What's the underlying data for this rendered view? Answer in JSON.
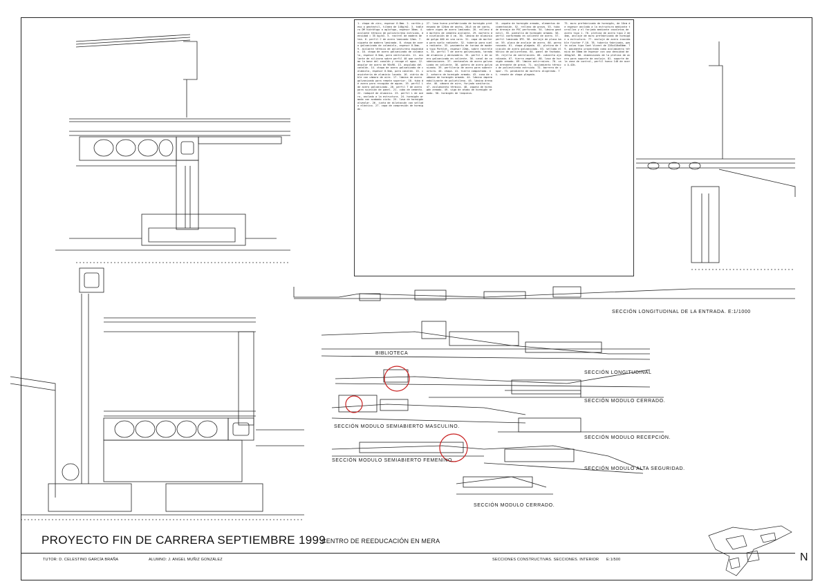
{
  "title": {
    "main": "PROYECTO FIN DE CARRERA SEPTIEMBRE 1999",
    "sub": "CENTRO DE REEDUCACIÓN EN MERA"
  },
  "footer": {
    "tutor": "TUTOR: D. CELESTINO GARCÍA BRAÑA",
    "alumno": "ALUMNO: J. ANGEL MUÑIZ GONZÁLEZ",
    "contents": "SECCIONES CONSTRUCTIVAS. SECCIONES. INTERIOR",
    "scale": "E:1/500",
    "north": "N"
  },
  "sections": {
    "longitudinal_entrada": "SECCIÓN LONGITUDINAL DE LA ENTRADA. E:1/1000",
    "biblioteca": "BIBLIOTECA",
    "longitudinal": "SECCIÓN LONGITUDINAL",
    "modulo_cerrado_1": "SECCIÓN MODULO CERRADO.",
    "semiabierto_masculino": "SECCIÓN MODULO SEMIABIERTO MASCULINO.",
    "modulo_recepcion": "SECCIÓN MODULO RECEPCIÓN.",
    "semiabierto_femenino": "SECCIÓN MODULO SEMIABIERTO FEMENINO.",
    "alta_seguridad": "SECCIÓN MODULO ALTA SEGURIDAD.",
    "modulo_cerrado_2": "SECCIÓN MODULO CERRADO."
  },
  "notes": {
    "col1": "1. chapa de zinc, espesor 0.8mm. 2. cartón-yeso o geotextil, tilmea de 140g/m2. 3. tablero DM hidrófugo a aglofugo, espesor 30mm. 4. aislante térmico de poliestireno extruido, densidad = 35 kg/m3. 5. rastrel de madera de tea. 6. perfil C de acero laminado 12mm. 7. vigueta de madera laminada. 8. chapa de acero galvanizado de calaminlo, espesor 0.5mm. 9. aislante térmico de poliestireno expandido. 10. chapa de acero galvanizado de calaminlo, espesor 0.5mm, para ventilación. 11. aislante de silicona sobre perfil 40 que conforma la base del canalón y recoge el agua. 12. angular de acero de 90x90. 13. angulado del canalón. 14. chapa de acero galvanizado de calaminlo, espesor 0.5mm, para canalón. 15. carpintería de aluminio lacado. 16. vidrio doble con cámara de aire. 17. lámina de acero galvanizado para remate superior. 18. tubo de acero para recogida de aguas. 19. perfil L de acero galvanizado. 20. perfil T de acero para sujeción de panel. 21. cubo de cemento. 22. rodapié de aluminio. 23. perfil L de acero, anclado a la estructura. 24. hormigón armado con acabado visto. 25. losa de hormigón alveolar. 26. junta de dilatación con sellado elástico. 27. capa de compresión de hormigón.",
    "col2": "27. losa hueca prefabricada de hormigón pretensado de 120cm de ancho, 20+5 cm de canto, sobre vigas de acero laminado. 28. relleno de mortero de cemento aislante. 29. mortero de nivelación de 4 cm. 30. lámina de aluminio de galga 400 en una cara. 31. capa de mortero para suelo radiante. 32. tubería para suelo radiante. 33. pavimento de tarima de madera tipo Parklet, espesor 22mm, sobre rastreles. 34. perfil T de acero galvanizado, tarado de aluminio y abrazadera. 35. perfil L de acero galvanizado en caliente. 36. canal de condensaciones. 37. ventanales de acero galvanizado en caliente. 38. gotero de acero galvanizado. 39. perfilería de acero para subestructura. 40. chapa. 41. tierra compactada. 42. zahorra de hormigón armado. 43. cuna de subbase de hormigón armado. 44. lámina impermeabilizante de polietileno. 45. lámina drenante. 46. cámara de aire, forjado sanitario. 47. aislamiento térmico. 48. zapata de hormigón armado. 49. viga de atado de hormigón armado. 50. hormigón de limpieza.",
    "col3": "51. zapata de hormigón armado, elementos de cimentación. 52. relleno de grava. 53. tubo de drenaje de PVC perforado. 54. lámina geotextil. 55. pantalla de hormigón armado. 56. perfil conformado en caliente de acero. 57. perfil laminado IPE. 58. anclaje de placa base. 59. placa de anclaje de acero. 60. perno roscado. 61. chapa plegada. 62. pletina de fijación de acero galvanizado. 63. sellado elástico de poliuretano. 64. panel de fachada. 65. rejilla de ventilación. 66. cubierta ajardinada. 67. tierra vegetal. 68. losa de hormigón armado. 69. lámina antirraíces. 70. capa drenante de grava. 71. aislamiento térmico de poliestireno extruido. 72. barrera de vapor. 73. pendiente de mortero aligerado. 74. remate de chapa plegada.",
    "col4": "75. muro prefabricado de hormigón, de 10cm de espesor anclado a la estructura mediante tornillos y el forjado mediante cazoletas de acero tipo 1. 76. pletina de acero tipo 2 de 4mm, anclaje de muro prefabricado de hormigón a estructura. 77. anclaje de acero inoxidable fischer F-10. 78. tubería fabricada, pasta calas tipo Sant Vicent de 228x410x60mm. 79. pavimento proyectado como aislamiento térmico de 50mm de espesor con una densidad de 40kg/m3. 80. dimensiones de la pletina de acero para soporte de anclaje. 81. soporte de la zona de control, perfil hueco 140 de acero A-42b."
  }
}
